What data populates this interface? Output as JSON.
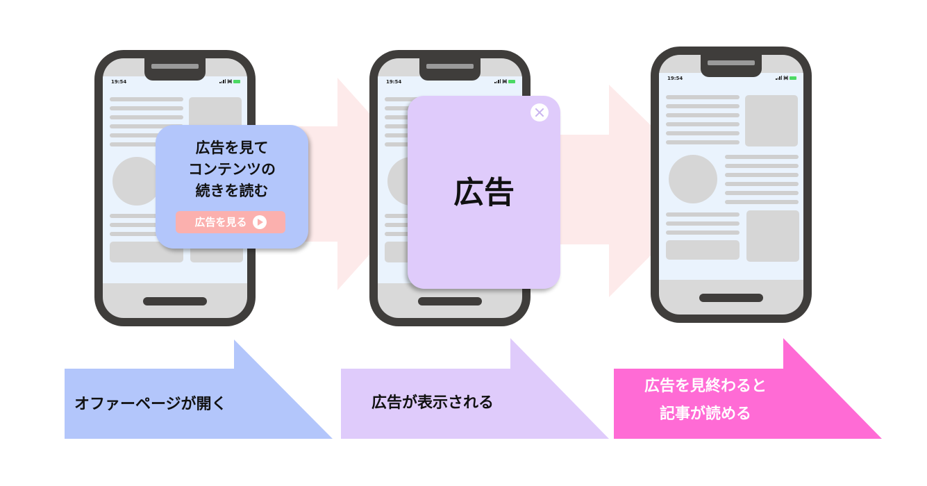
{
  "phone_status": {
    "time": "19:54"
  },
  "step1": {
    "offer_card": {
      "text": "広告を見て\nコンテンツの\n続きを読む",
      "button_label": "広告を見る",
      "button_icon": "play-circle-icon"
    },
    "label": "オファーページが開く",
    "label_color": "#b3c6fb"
  },
  "step2": {
    "ad_card": {
      "text": "広告",
      "close_icon": "close-circle-icon"
    },
    "label": "広告が表示される",
    "label_color": "#dfcbfb"
  },
  "step3": {
    "label": "広告を見終わると\n記事が読める",
    "label_color": "#ff6bd5"
  },
  "colors": {
    "phone_body": "#3f3d3b",
    "screen": "#eaf3fd",
    "placeholder": "#d6d6d6",
    "bg_arrow": "#fde9ea",
    "offer_button": "#fbb0ae"
  }
}
